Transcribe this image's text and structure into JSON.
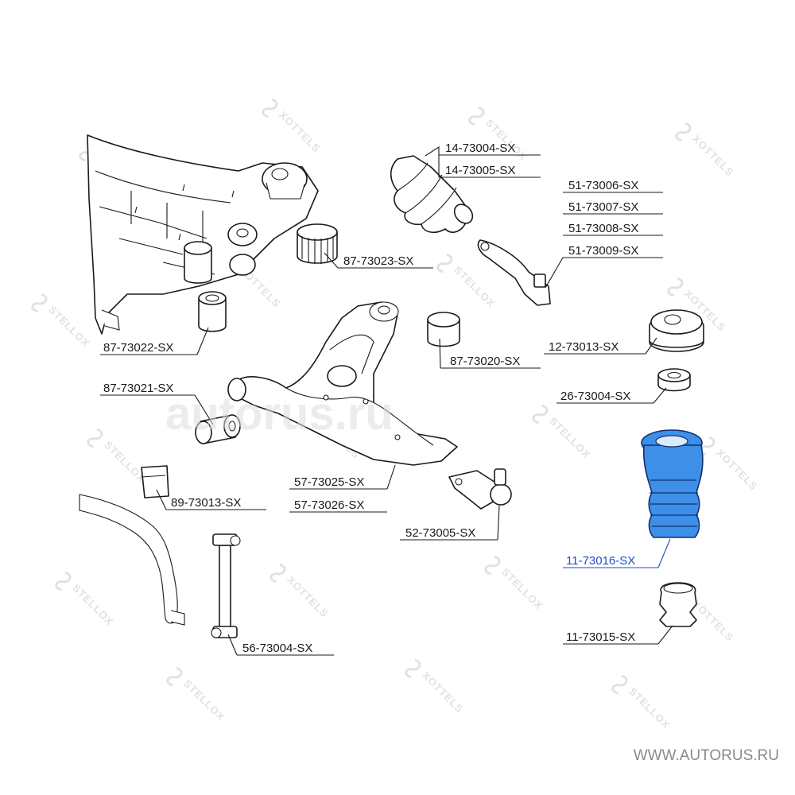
{
  "parts": [
    {
      "id": "p01",
      "label": "14-73004-SX"
    },
    {
      "id": "p02",
      "label": "14-73005-SX"
    },
    {
      "id": "p03",
      "label": "51-73006-SX"
    },
    {
      "id": "p04",
      "label": "51-73007-SX"
    },
    {
      "id": "p05",
      "label": "51-73008-SX"
    },
    {
      "id": "p06",
      "label": "51-73009-SX"
    },
    {
      "id": "p07",
      "label": "87-73023-SX"
    },
    {
      "id": "p08",
      "label": "87-73022-SX"
    },
    {
      "id": "p09",
      "label": "87-73020-SX"
    },
    {
      "id": "p10",
      "label": "12-73013-SX"
    },
    {
      "id": "p11",
      "label": "87-73021-SX"
    },
    {
      "id": "p12",
      "label": "26-73004-SX"
    },
    {
      "id": "p13",
      "label": "57-73025-SX"
    },
    {
      "id": "p14",
      "label": "57-73026-SX"
    },
    {
      "id": "p15",
      "label": "89-73013-SX"
    },
    {
      "id": "p16",
      "label": "52-73005-SX"
    },
    {
      "id": "p17",
      "label": "11-73016-SX",
      "highlighted": true
    },
    {
      "id": "p18",
      "label": "11-73015-SX"
    },
    {
      "id": "p19",
      "label": "56-73004-SX"
    }
  ],
  "watermark": {
    "brand": "STELLOX",
    "brand_mirror": "XOTTELS",
    "ghost": "autorus.ru"
  },
  "site_url": "WWW.AUTORUS.RU",
  "colors": {
    "label": "#1a1a1a",
    "highlight": "#1e4fc8",
    "boot_fill": "#3d8fe8",
    "watermark": "#e2e2e2"
  }
}
